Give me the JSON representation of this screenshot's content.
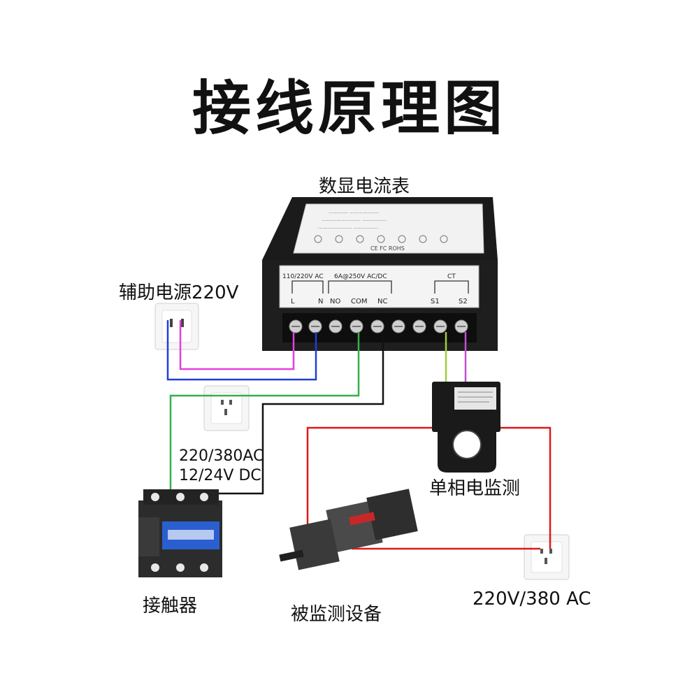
{
  "title": "接线原理图",
  "labels": {
    "meter": "数显电流表",
    "aux_power": "辅助电源220V",
    "coil_voltage_ac": "220/380AC",
    "coil_voltage_dc": "12/24V DC",
    "single_phase": "单相电监测",
    "contactor": "接触器",
    "device": "被监测设备",
    "mains": "220V/380 AC"
  },
  "meter": {
    "panel_groups": {
      "power": "110/220V AC",
      "relay": "6A@250V AC/DC",
      "ct": "CT"
    },
    "terminals": [
      "L",
      "N",
      "NO",
      "COM",
      "NC",
      "S1",
      "S2"
    ],
    "top_label_marks": "CE FC ROHS"
  },
  "colors": {
    "magenta_wire": "#e43fe0",
    "blue_wire": "#1f3fd8",
    "green_wire": "#34b04a",
    "black_wire": "#111111",
    "red_wire": "#e01818",
    "yellow_green_wire": "#9ccf3a",
    "purple_wire": "#c050d0"
  }
}
